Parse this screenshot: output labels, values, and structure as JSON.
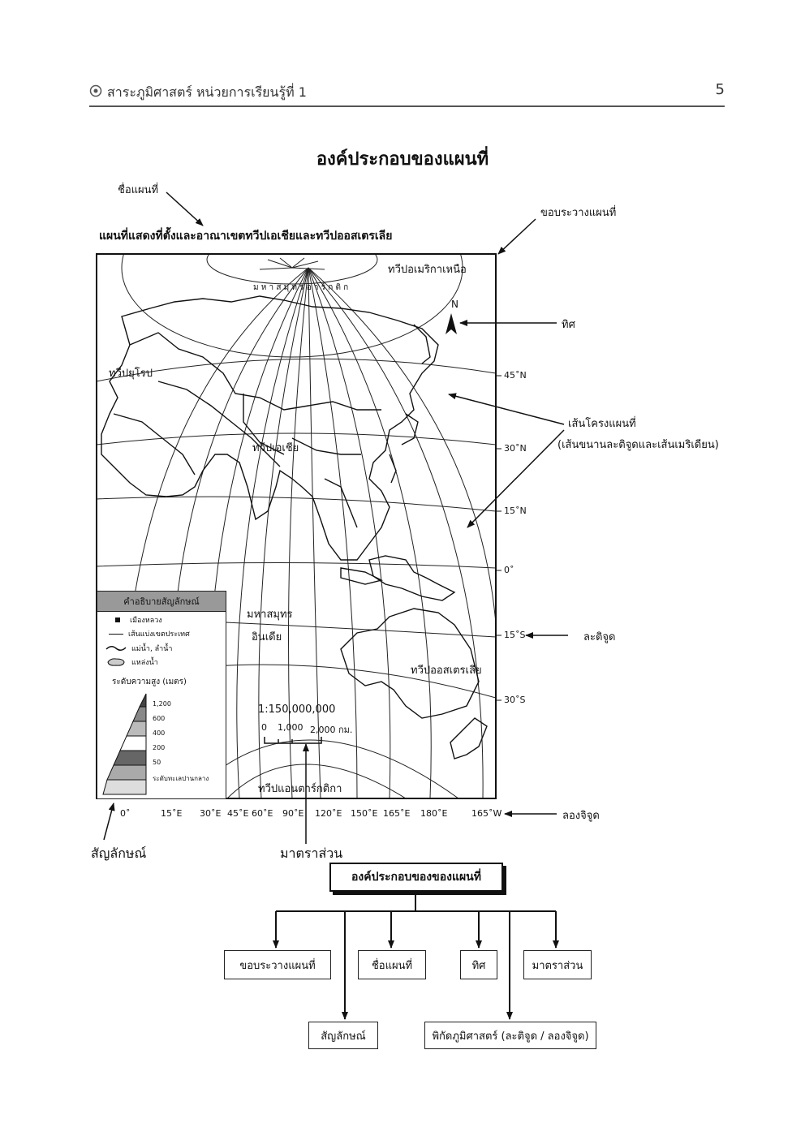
{
  "header": {
    "title": "สาระภูมิศาสตร์ หน่วยการเรียนรู้ที่ 1",
    "page_number": "5"
  },
  "page_title": "องค์ประกอบของแผนที่",
  "callouts": {
    "map_name": "ชื่อแผนที่",
    "border": "ขอบระวางแผนที่",
    "direction": "ทิศ",
    "grid_line": "เส้นโครงแผนที่",
    "grid_line_detail": "(เส้นขนานละติจูดและเส้นเมริเดียน)",
    "latitude": "ละติจูด",
    "longitude": "ลองจิจูด",
    "symbol": "สัญลักษณ์",
    "scale": "มาตราส่วน"
  },
  "map": {
    "title": "แผนที่แสดงที่ตั้งและอาณาเขตทวีปเอเชียและทวีปออสเตรเลีย",
    "places": {
      "north_america": "ทวีปอเมริกาเหนือ",
      "arctic_ocean": "ม ห า ส มุ ท ร อ า ร์ ก ติ ก",
      "europe": "ทวีปยุโรป",
      "asia": "ทวีปเอเชีย",
      "indian_ocean_1": "มหาสมุทร",
      "indian_ocean_2": "อินเดีย",
      "australia": "ทวีปออสเตรเลีย",
      "antarctica": "ทวีปแอนตาร์กติกา"
    },
    "north_arrow": "N",
    "lat_ticks": [
      "45˚N",
      "30˚N",
      "15˚N",
      "0˚",
      "15˚S",
      "30˚S"
    ],
    "lon_ticks": [
      "0˚",
      "15˚E",
      "30˚E",
      "45˚E",
      "60˚E",
      "90˚E",
      "120˚E",
      "150˚E",
      "165˚E",
      "180˚E",
      "165˚W"
    ],
    "scale_ratio": "1:150,000,000",
    "scale_bar": [
      "0",
      "1,000",
      "2,000 กม."
    ]
  },
  "legend": {
    "title": "คำอธิบายสัญลักษณ์",
    "items": [
      "เมืองหลวง",
      "เส้นแบ่งเขตประเทศ",
      "แม่น้ำ, ลำน้ำ",
      "แหล่งน้ำ"
    ],
    "elevation_title": "ระดับความสูง (เมตร)",
    "elevation_levels": [
      "1,200",
      "600",
      "400",
      "200",
      "50",
      "ระดับทะเลปานกลาง"
    ]
  },
  "diagram": {
    "root": "องค์ประกอบของของแผนที่",
    "children": [
      "ขอบระวางแผนที่",
      "ชื่อแผนที่",
      "ทิศ",
      "มาตราส่วน",
      "สัญลักษณ์",
      "พิกัดภูมิศาสตร์ (ละติจูด / ลองจิจูด)"
    ]
  }
}
